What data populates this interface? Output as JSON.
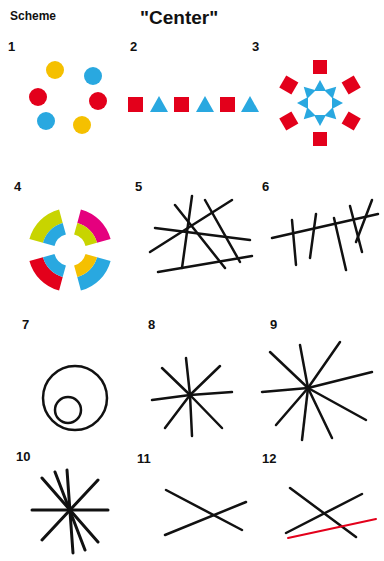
{
  "diagram": {
    "title": "\"Center\"",
    "labels": [
      "Scheme",
      "1",
      "2",
      "3",
      "4",
      "5",
      "6",
      "7",
      "8",
      "9",
      "10",
      "11",
      "12"
    ]
  }
}
